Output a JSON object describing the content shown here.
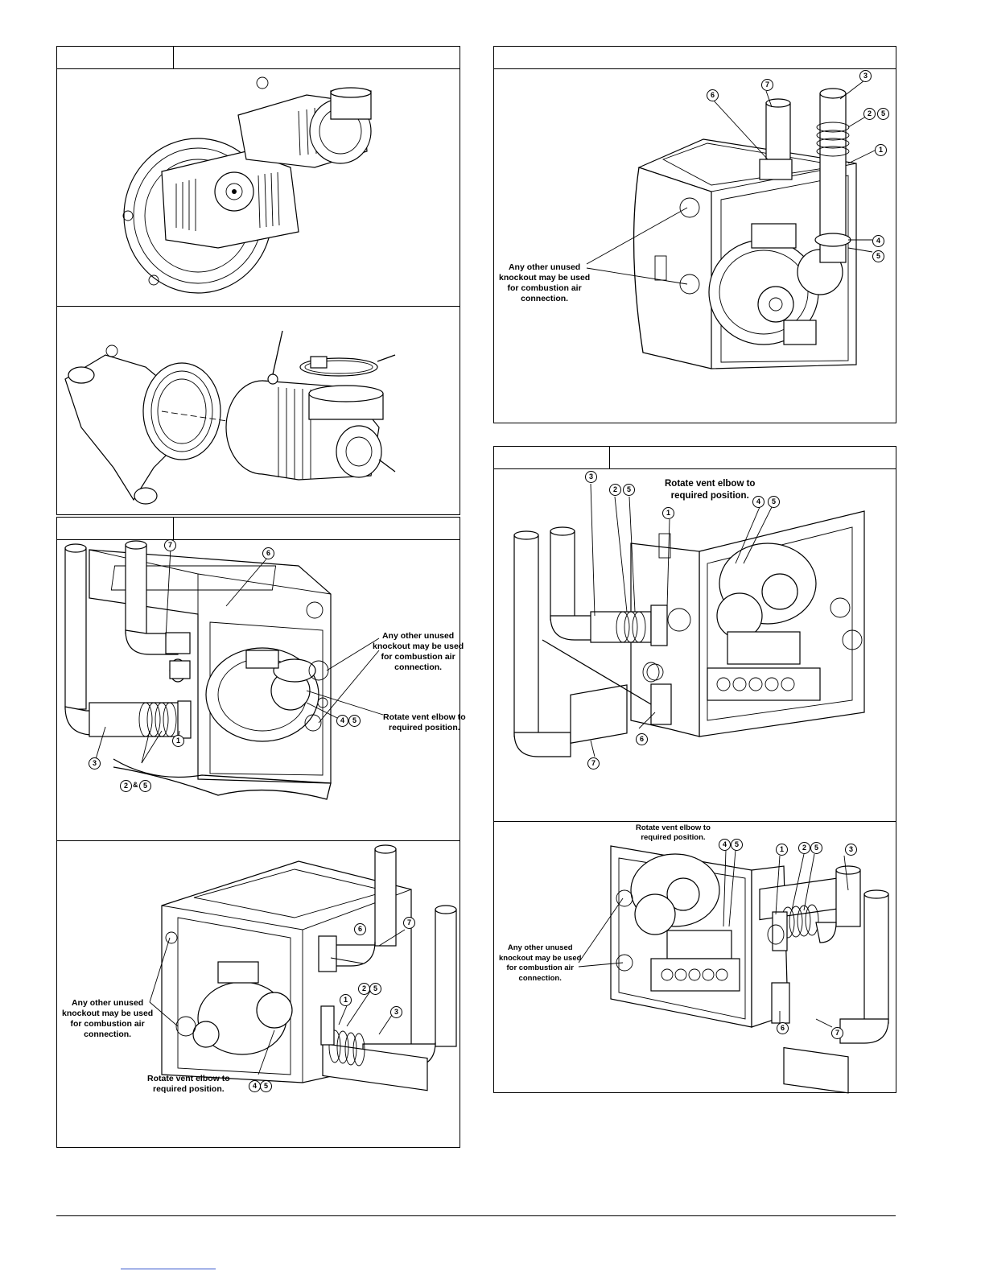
{
  "notes": {
    "knockout": [
      "Any other unused",
      "knockout may be used",
      "for combustion air",
      "connection."
    ],
    "rotate": [
      "Rotate vent elbow to",
      "required position."
    ]
  },
  "callouts": {
    "n1": "1",
    "n2": "2",
    "n3": "3",
    "n4": "4",
    "n5": "5",
    "n6": "6",
    "n7": "7",
    "amp": "&"
  }
}
